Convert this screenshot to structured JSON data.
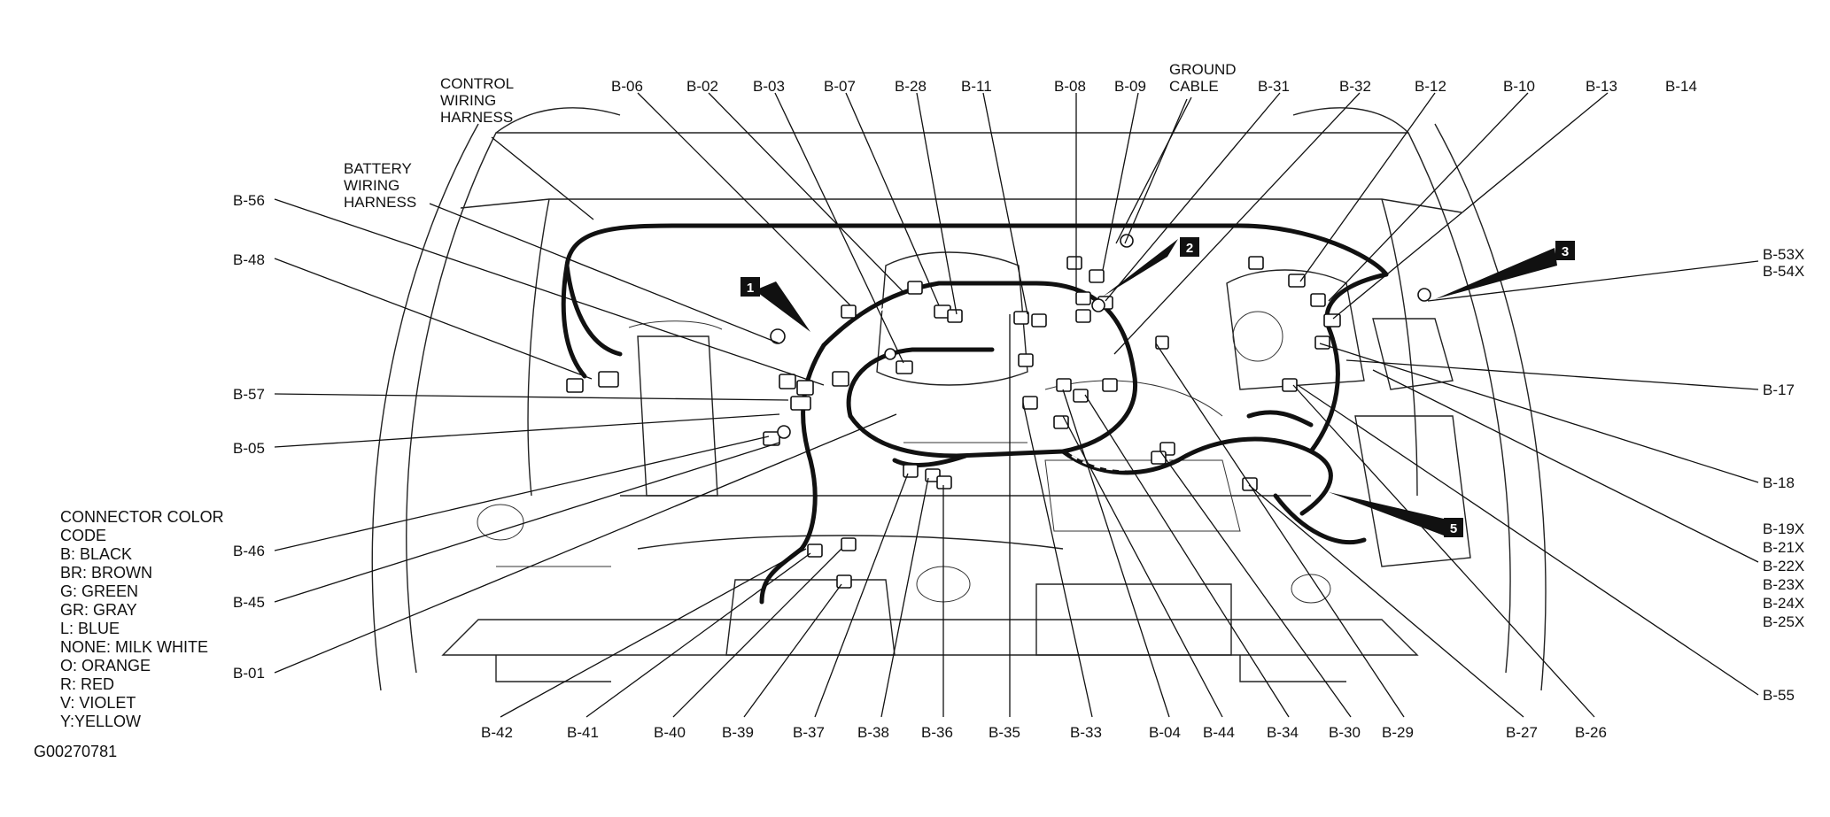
{
  "figure_id": "G00270781",
  "top_labels": [
    "B-06",
    "B-02",
    "B-03",
    "B-07",
    "B-28",
    "B-11",
    "B-08",
    "B-09",
    "B-31",
    "B-32",
    "B-12",
    "B-10",
    "B-13",
    "B-14"
  ],
  "ground_cable": [
    "GROUND",
    "CABLE"
  ],
  "control_harness": [
    "CONTROL",
    "WIRING",
    "HARNESS"
  ],
  "battery_harness": [
    "BATTERY",
    "WIRING",
    "HARNESS"
  ],
  "left_labels": [
    "B-56",
    "B-48",
    "B-57",
    "B-05",
    "B-46",
    "B-45",
    "B-01"
  ],
  "right_labels": [
    "B-53X",
    "B-54X",
    "B-17",
    "B-18",
    "B-19X",
    "B-21X",
    "B-22X",
    "B-23X",
    "B-24X",
    "B-25X",
    "B-55"
  ],
  "bottom_labels": [
    "B-42",
    "B-41",
    "B-40",
    "B-39",
    "B-37",
    "B-38",
    "B-36",
    "B-35",
    "B-33",
    "B-04",
    "B-44",
    "B-34",
    "B-30",
    "B-29",
    "B-27",
    "B-26"
  ],
  "callouts": [
    "1",
    "2",
    "3",
    "5"
  ],
  "legend": {
    "title": [
      "CONNECTOR COLOR",
      "CODE"
    ],
    "items": [
      "B: BLACK",
      "BR: BROWN",
      "G: GREEN",
      "GR: GRAY",
      "L: BLUE",
      "NONE: MILK WHITE",
      "O: ORANGE",
      "R: RED",
      "V: VIOLET",
      "Y:YELLOW"
    ]
  }
}
